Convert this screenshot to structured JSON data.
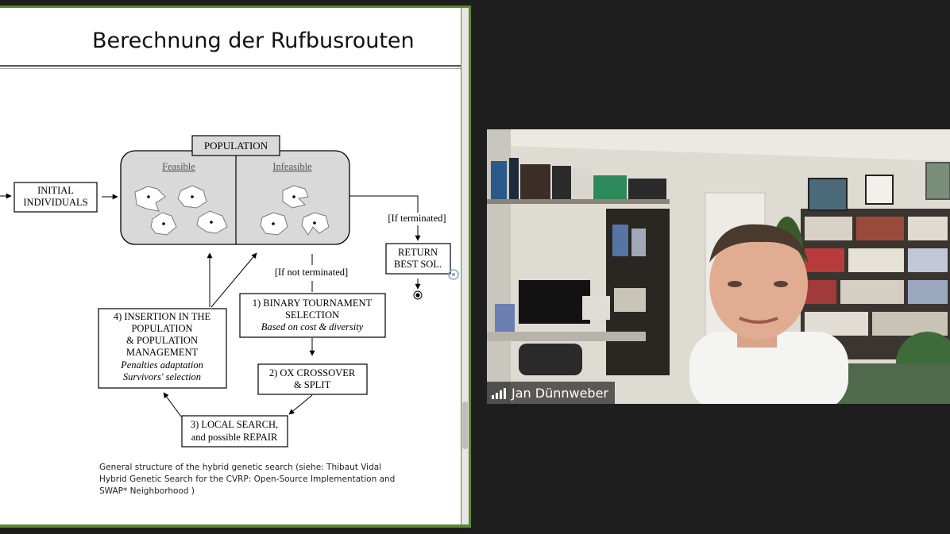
{
  "slide": {
    "title": "Berechnung der Rufbusrouten",
    "caption_lines": [
      "General structure of the hybrid genetic search (siehe: Thibaut Vidal",
      "Hybrid Genetic Search for the CVRP: Open-Source Implementation and",
      "SWAP* Neighborhood )"
    ]
  },
  "diagram": {
    "population_label": "POPULATION",
    "feasible_label": "Feasible",
    "infeasible_label": "Infeasible",
    "initial_line1": "INITIAL",
    "initial_line2": "INDIVIDUALS",
    "if_terminated": "[If terminated]",
    "if_not_terminated": "[If not terminated]",
    "return_line1": "RETURN",
    "return_line2": "BEST SOL.",
    "binary_line1": "1) BINARY TOURNAMENT",
    "binary_line2": "SELECTION",
    "binary_line3": "Based on cost & diversity",
    "ox_line1": "2) OX CROSSOVER",
    "ox_line2": "& SPLIT",
    "local_line1": "3) LOCAL SEARCH,",
    "local_line2": "and possible REPAIR",
    "insertion_line1": "4) INSERTION IN THE",
    "insertion_line2": "POPULATION",
    "insertion_line3": "& POPULATION",
    "insertion_line4": "MANAGEMENT",
    "insertion_line5": "Penalties adaptation",
    "insertion_line6": "Survivors' selection"
  },
  "participant": {
    "name": "Jan Dünnweber",
    "signal_icon": "signal-bars-icon"
  },
  "colors": {
    "background": "#1e1e1e",
    "active_speaker_border": "#5d8a2a",
    "population_fill": "#d9d9d9"
  }
}
